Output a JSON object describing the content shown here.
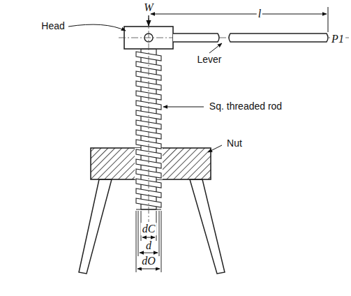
{
  "diagram": {
    "labels": [
      "W",
      "Head",
      "l",
      "P1",
      "Lever",
      "Sq. threaded rod",
      "Nut",
      "dC",
      "d",
      "dO"
    ]
  }
}
